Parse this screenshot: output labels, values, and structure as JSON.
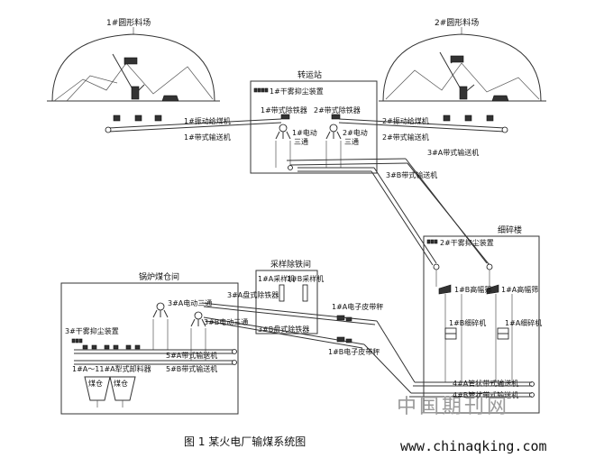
{
  "labels": {
    "yard1": "1#圆形料场",
    "yard2": "2#圆形料场",
    "transfer_station": "转运站",
    "fog1": "1#干雾抑尘装置",
    "mag1": "1#带式除铁器",
    "mag2": "2#带式除铁器",
    "tee1": "1#电动",
    "tee1b": "三通",
    "tee2": "2#电动",
    "tee2b": "三通",
    "feeder1": "1#振动给煤机",
    "conv1": "1#带式输送机",
    "feeder2": "2#振动给煤机",
    "conv2": "2#带式输送机",
    "conv3a": "3#A带式输送机",
    "conv3b": "3#B带式输送机",
    "crusher_house": "细碎楼",
    "fog2": "2#干雾抑尘装置",
    "screen_b": "1#B高幅筛",
    "screen_a": "1#A高幅筛",
    "crusher_b": "1#B细碎机",
    "crusher_a": "1#A细碎机",
    "pipe4a": "4#A管状带式输送机",
    "pipe4b": "4#B管状带式输送机",
    "sampling_room": "采样除铁间",
    "sampler_a": "1#A采样机",
    "sampler_b": "1#B采样机",
    "disc_mag_a": "3#A盘式除铁器",
    "disc_mag_b": "3#B盘式除铁器",
    "scale_a": "1#A电子皮带秤",
    "scale_b": "1#B电子皮带秤",
    "boiler_room": "锅炉煤仓间",
    "tee3a": "3#A电动三通",
    "tee3b": "3#B电动三通",
    "fog3": "3#干雾抑尘装置",
    "conv5a": "5#A带式输送机",
    "conv5b": "5#B带式输送机",
    "plows": "1#A～11#A犁式卸料器",
    "bin1": "煤仓",
    "bin2": "煤仓"
  },
  "caption": "图 1   某火电厂输煤系统图",
  "watermark": "中国期刊网",
  "site_url": "www.chinaqking.com"
}
